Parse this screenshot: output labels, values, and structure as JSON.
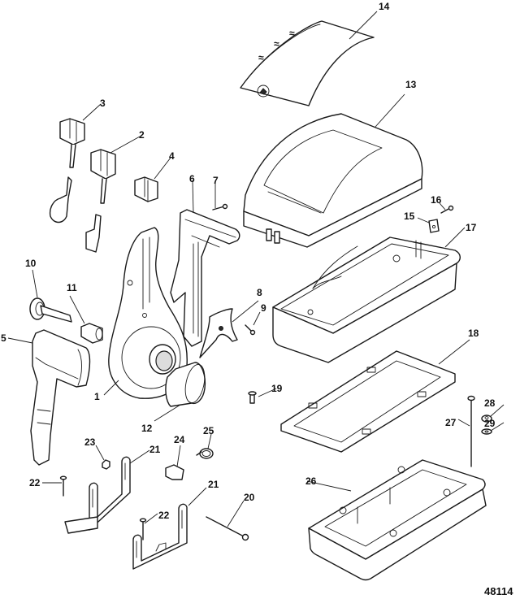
{
  "diagram": {
    "title": "Exploded parts view - remote control housing",
    "figure_id": "48114",
    "line_color": "#1a1a1a",
    "background": "#ffffff"
  },
  "callouts": [
    {
      "id": "1",
      "part": "control handle housing"
    },
    {
      "id": "2",
      "part": "connector with harness"
    },
    {
      "id": "3",
      "part": "connector with harness"
    },
    {
      "id": "4",
      "part": "connector cap"
    },
    {
      "id": "5",
      "part": "handle grip"
    },
    {
      "id": "6",
      "part": "trigger / neutral lock lever"
    },
    {
      "id": "7",
      "part": "pin"
    },
    {
      "id": "8",
      "part": "bracket plate"
    },
    {
      "id": "9",
      "part": "screw"
    },
    {
      "id": "10",
      "part": "shaft with retainer"
    },
    {
      "id": "11",
      "part": "bushing"
    },
    {
      "id": "12",
      "part": "sleeve"
    },
    {
      "id": "13",
      "part": "top cover"
    },
    {
      "id": "14",
      "part": "decal"
    },
    {
      "id": "15",
      "part": "clip plate"
    },
    {
      "id": "16",
      "part": "screw"
    },
    {
      "id": "17",
      "part": "lower housing"
    },
    {
      "id": "18",
      "part": "gasket"
    },
    {
      "id": "19",
      "part": "screw"
    },
    {
      "id": "20",
      "part": "pin"
    },
    {
      "id": "21",
      "part": "mounting bracket"
    },
    {
      "id": "22",
      "part": "screw"
    },
    {
      "id": "23",
      "part": "nut"
    },
    {
      "id": "24",
      "part": "cable clip"
    },
    {
      "id": "25",
      "part": "hose clamp"
    },
    {
      "id": "26",
      "part": "base spacer"
    },
    {
      "id": "27",
      "part": "bolt"
    },
    {
      "id": "28",
      "part": "nut"
    },
    {
      "id": "29",
      "part": "washer"
    }
  ]
}
